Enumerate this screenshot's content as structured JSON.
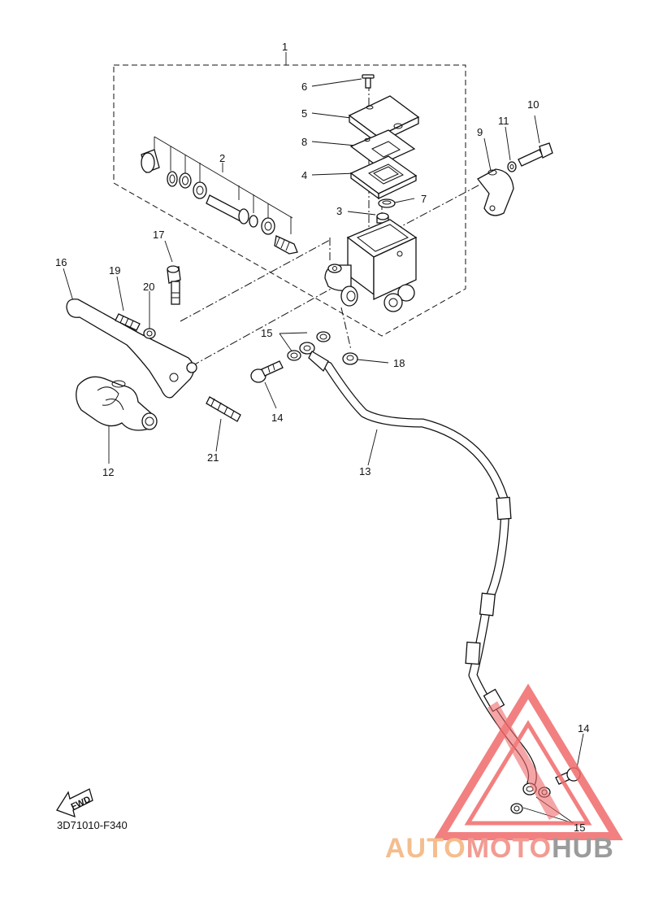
{
  "diagram": {
    "callouts": {
      "c1": "1",
      "c2": "2",
      "c3": "3",
      "c4": "4",
      "c5": "5",
      "c6": "6",
      "c7": "7",
      "c8": "8",
      "c9": "9",
      "c10": "10",
      "c11": "11",
      "c12": "12",
      "c13": "13",
      "c14a": "14",
      "c14b": "14",
      "c15a": "15",
      "c15b": "15",
      "c16": "16",
      "c17": "17",
      "c18": "18",
      "c19": "19",
      "c20": "20",
      "c21": "21"
    },
    "drawing_code": "3D71010-F340",
    "fwd_label": "FWD"
  },
  "watermark": {
    "part1": "AUTO",
    "part2": "MOTO",
    "part3": "HUB",
    "colors": {
      "auto": "#f4b27a",
      "moto": "#f08a80",
      "hub": "#8a8a8a",
      "triangle": "#f06a6a"
    }
  }
}
